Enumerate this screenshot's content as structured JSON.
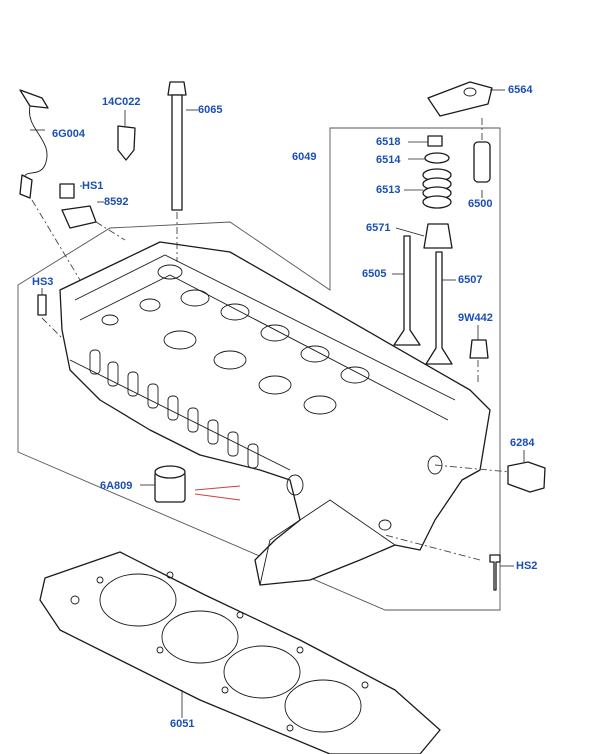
{
  "callouts": {
    "c6G004": "6G004",
    "c14C022": "14C022",
    "c6065": "6065",
    "c6564": "6564",
    "c6518": "6518",
    "c6514": "6514",
    "c6049": "6049",
    "c6513": "6513",
    "c6500": "6500",
    "cHS1": "HS1",
    "c8592": "8592",
    "c6571": "6571",
    "c6505": "6505",
    "c6507": "6507",
    "cHS3": "HS3",
    "c9W442": "9W442",
    "c6284": "6284",
    "c6A809": "6A809",
    "cHS2": "HS2",
    "c6051": "6051"
  },
  "colors": {
    "callout": "#1a4fb5",
    "line": "#1b1b1b",
    "accent_red": "#d04040"
  }
}
